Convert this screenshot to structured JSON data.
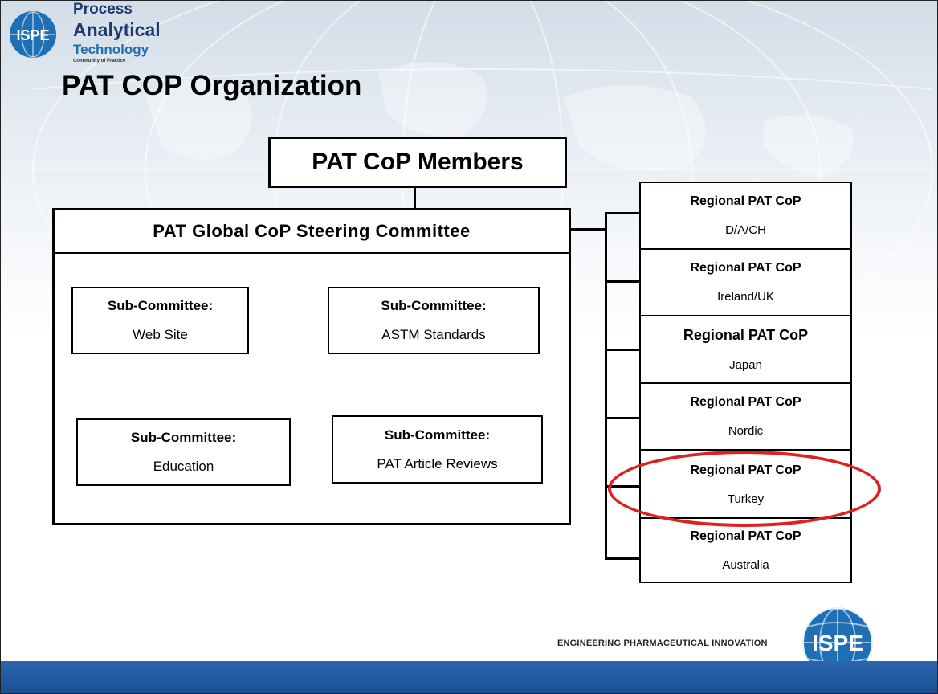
{
  "header": {
    "logo_text": "ISPE",
    "brand_line1": "Process",
    "brand_line2": "Analytical",
    "brand_line3": "Technology",
    "brand_line4": "Community of Practice"
  },
  "title": "PAT COP Organization",
  "members_label": "PAT CoP Members",
  "steering": {
    "title": "PAT Global CoP Steering Committee",
    "subcommittees": [
      {
        "title": "Sub-Committee:",
        "name": "Web Site"
      },
      {
        "title": "Sub-Committee:",
        "name": "ASTM Standards"
      },
      {
        "title": "Sub-Committee:",
        "name": "Education"
      },
      {
        "title": "Sub-Committee:",
        "name": "PAT Article Reviews"
      }
    ]
  },
  "regions": [
    {
      "title": "Regional PAT CoP",
      "name": "D/A/CH"
    },
    {
      "title": "Regional PAT CoP",
      "name": "Ireland/UK"
    },
    {
      "title": "Regional PAT CoP",
      "name": "Japan"
    },
    {
      "title": "Regional PAT CoP",
      "name": "Nordic"
    },
    {
      "title": "Regional PAT CoP",
      "name": "Turkey"
    },
    {
      "title": "Regional PAT CoP",
      "name": "Australia"
    }
  ],
  "highlighted_region": "Turkey",
  "footer": {
    "tagline": "ENGINEERING PHARMACEUTICAL INNOVATION",
    "logo_text": "ISPE"
  },
  "colors": {
    "brand_blue": "#1f6fb5",
    "footer_blue": "#1a4e92",
    "highlight_red": "#e02020"
  }
}
